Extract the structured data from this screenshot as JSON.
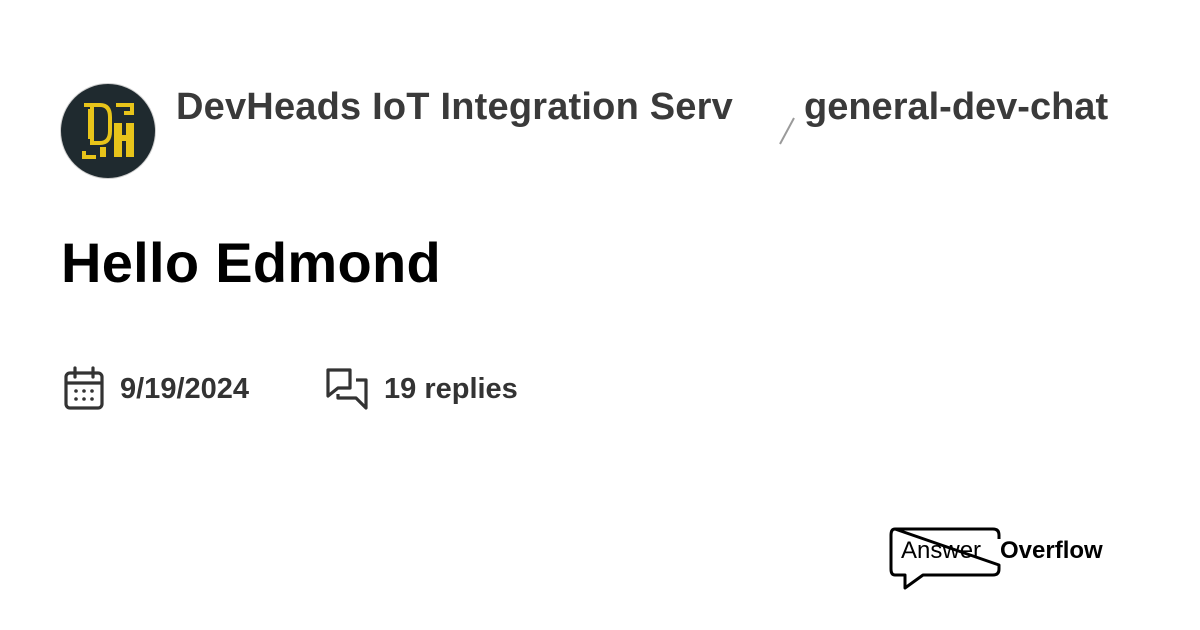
{
  "server": {
    "name": "DevHeads IoT Integration Serv",
    "avatar_initials": "DH",
    "avatar_bg": "#1f2a2f",
    "avatar_fg": "#e8c41a"
  },
  "breadcrumb": {
    "separator": "/",
    "channel": "general-dev-chat"
  },
  "thread": {
    "title": "Hello Edmond"
  },
  "meta": {
    "date_icon": "calendar-icon",
    "date": "9/19/2024",
    "replies_icon": "chat-bubbles-icon",
    "replies": "19 replies"
  },
  "brand": {
    "part1": "Answer",
    "part2": "Overflow"
  }
}
